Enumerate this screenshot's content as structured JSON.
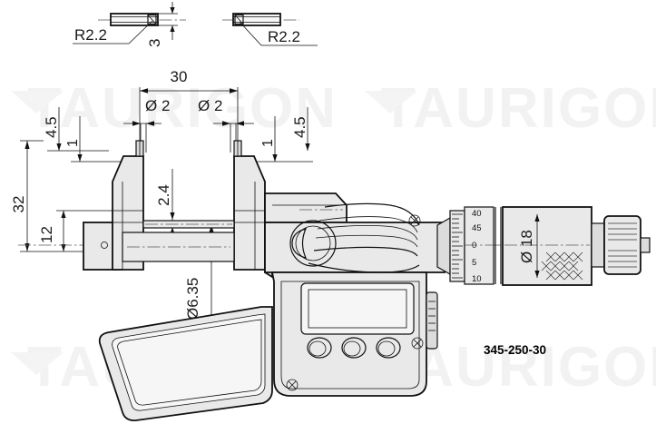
{
  "meta": {
    "title": "Digital Micrometer Technical Drawing",
    "part_number": "345-250-30",
    "watermark": "TAURIGON"
  },
  "detail_views": {
    "left": {
      "radius_label": "R2.2",
      "thickness_label": "3"
    },
    "right": {
      "radius_label": "R2.2"
    }
  },
  "dimensions": {
    "span_30": "30",
    "hole_left": "Ø 2",
    "hole_right": "Ø 2",
    "edge_left_4_5": "4.5",
    "edge_right_4_5": "4.5",
    "step_left_1": "1",
    "step_right_1": "1",
    "height_32": "32",
    "height_12": "12",
    "gap_2_4": "2.4",
    "rod_dia": "Ø6.35",
    "thimble_dia": "Ø 18"
  },
  "thimble_scale": {
    "labels": [
      "40",
      "45",
      "0",
      "5",
      "10"
    ]
  },
  "display": {
    "lcd_value": "",
    "buttons": [
      "button-left",
      "button-center",
      "button-right"
    ]
  }
}
